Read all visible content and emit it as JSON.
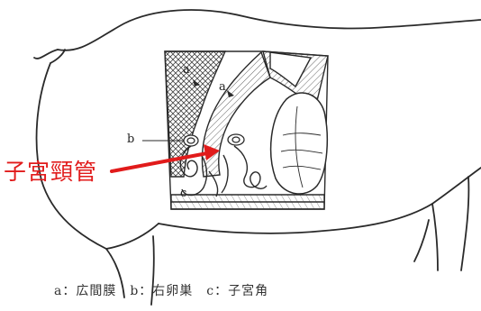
{
  "diagram": {
    "labels": {
      "a1": "a",
      "a2": "a",
      "b": "b",
      "c": "c"
    },
    "callout": "子宮頸管",
    "caption": "a：広間膜　b：右卵巣　c：子宮角",
    "colors": {
      "outline": "#2a2a2a",
      "arrow": "#e11b1b",
      "callout": "#e11b1b"
    }
  }
}
